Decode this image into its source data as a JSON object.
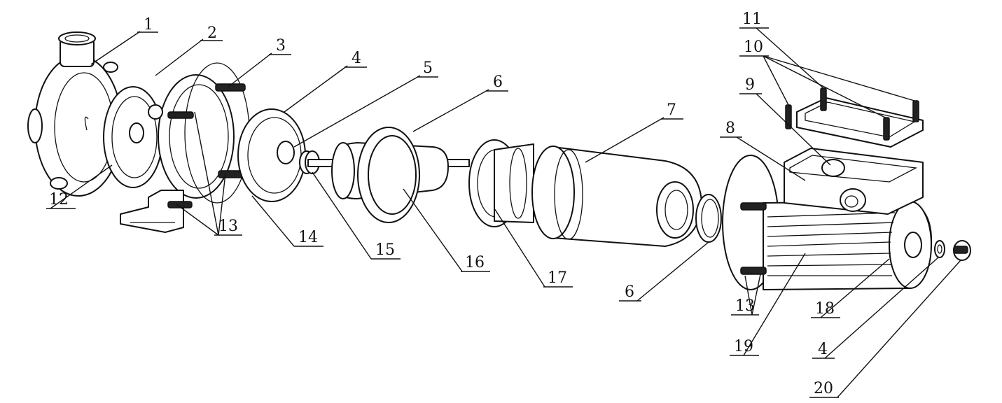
{
  "figure": {
    "callouts": [
      "1",
      "2",
      "3",
      "4",
      "5",
      "6",
      "7",
      "8",
      "9",
      "10",
      "11",
      "12",
      "13",
      "13",
      "14",
      "15",
      "16",
      "17",
      "6",
      "13",
      "18",
      "19",
      "4",
      "20"
    ]
  },
  "colors": {
    "line": "#111111",
    "background": "#ffffff"
  }
}
